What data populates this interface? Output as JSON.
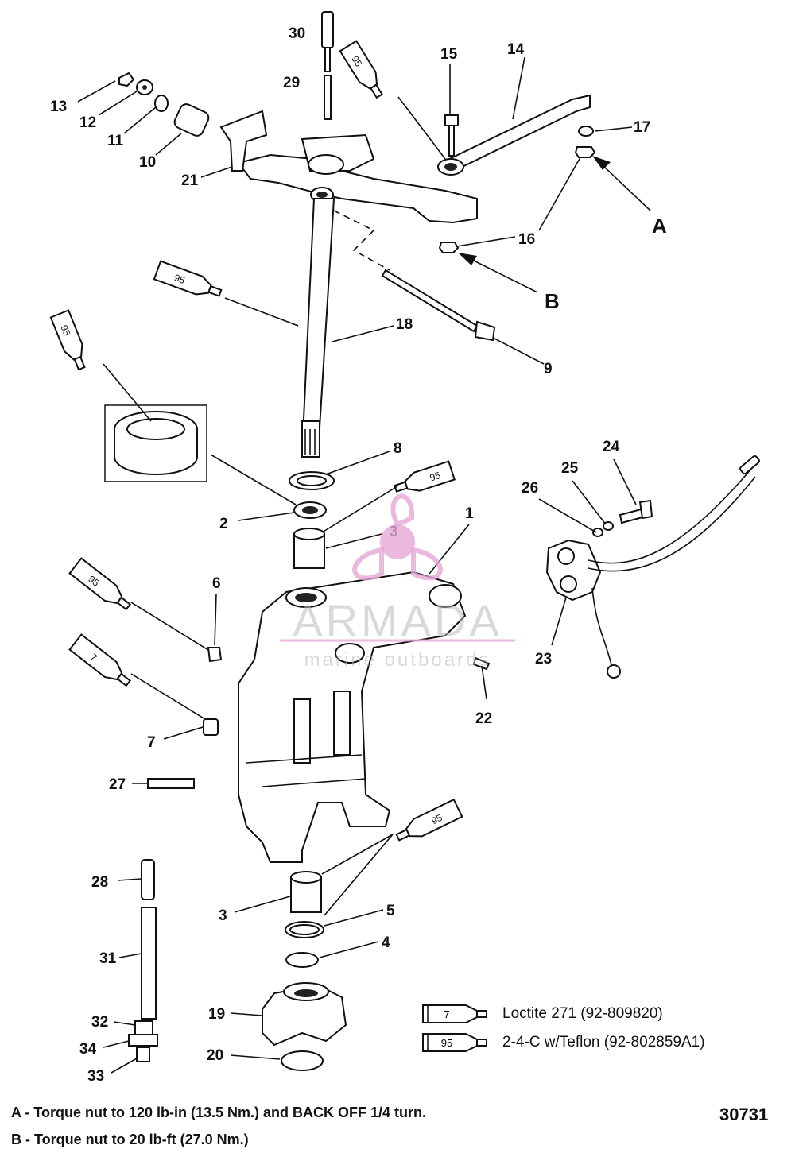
{
  "callouts": [
    {
      "id": "c1",
      "text": "1"
    },
    {
      "id": "c2",
      "text": "2"
    },
    {
      "id": "c3a",
      "text": "3"
    },
    {
      "id": "c3b",
      "text": "3"
    },
    {
      "id": "c4",
      "text": "4"
    },
    {
      "id": "c5",
      "text": "5"
    },
    {
      "id": "c6",
      "text": "6"
    },
    {
      "id": "c7",
      "text": "7"
    },
    {
      "id": "c8",
      "text": "8"
    },
    {
      "id": "c9",
      "text": "9"
    },
    {
      "id": "c10",
      "text": "10"
    },
    {
      "id": "c11",
      "text": "11"
    },
    {
      "id": "c12",
      "text": "12"
    },
    {
      "id": "c13",
      "text": "13"
    },
    {
      "id": "c14",
      "text": "14"
    },
    {
      "id": "c15",
      "text": "15"
    },
    {
      "id": "c16",
      "text": "16"
    },
    {
      "id": "c17",
      "text": "17"
    },
    {
      "id": "c18",
      "text": "18"
    },
    {
      "id": "c19",
      "text": "19"
    },
    {
      "id": "c20",
      "text": "20"
    },
    {
      "id": "c21",
      "text": "21"
    },
    {
      "id": "c22",
      "text": "22"
    },
    {
      "id": "c23",
      "text": "23"
    },
    {
      "id": "c24",
      "text": "24"
    },
    {
      "id": "c25",
      "text": "25"
    },
    {
      "id": "c26",
      "text": "26"
    },
    {
      "id": "c27",
      "text": "27"
    },
    {
      "id": "c28",
      "text": "28"
    },
    {
      "id": "c29",
      "text": "29"
    },
    {
      "id": "c30",
      "text": "30"
    },
    {
      "id": "c31",
      "text": "31"
    },
    {
      "id": "c32",
      "text": "32"
    },
    {
      "id": "c33",
      "text": "33"
    },
    {
      "id": "c34",
      "text": "34"
    }
  ],
  "arrows": {
    "a_label": "A",
    "b_label": "B"
  },
  "tubes": {
    "t95": "95",
    "t7": "7"
  },
  "legend": [
    {
      "tube": "7",
      "text": "Loctite 271 (92-809820)"
    },
    {
      "tube": "95",
      "text": "2-4-C w/Teflon (92-802859A1)"
    }
  ],
  "notes": {
    "a": "A - Torque nut to 120 lb-in (13.5 Nm.) and BACK OFF 1/4 turn.",
    "b": "B - Torque nut to 20 lb-ft (27.0 Nm.)"
  },
  "diagram_number": "30731",
  "watermark": {
    "title": "ARMADA",
    "subtitle": "marine outboards",
    "color": "#e6a6d6"
  }
}
